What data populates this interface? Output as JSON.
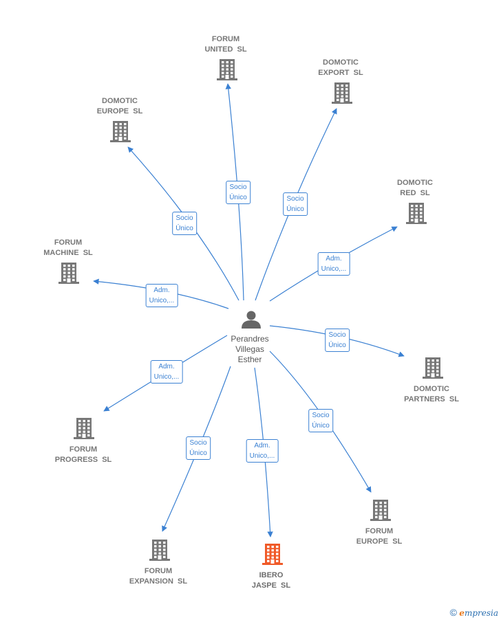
{
  "center": {
    "name": "Perandres\nVillegas\nEsther"
  },
  "colors": {
    "edge": "#3a80d2",
    "building": "#777777",
    "highlight": "#f05a28",
    "person": "#666666"
  },
  "companies": [
    {
      "id": "forum-united",
      "label": "FORUM\nUNITED  SL",
      "highlight": false
    },
    {
      "id": "domotic-export",
      "label": "DOMOTIC\nEXPORT  SL",
      "highlight": false
    },
    {
      "id": "domotic-europe",
      "label": "DOMOTIC\nEUROPE  SL",
      "highlight": false
    },
    {
      "id": "domotic-red",
      "label": "DOMOTIC\nRED  SL",
      "highlight": false
    },
    {
      "id": "forum-machine",
      "label": "FORUM\nMACHINE  SL",
      "highlight": false
    },
    {
      "id": "domotic-partners",
      "label": "DOMOTIC\nPARTNERS  SL",
      "highlight": false
    },
    {
      "id": "forum-progress",
      "label": "FORUM\nPROGRESS  SL",
      "highlight": false
    },
    {
      "id": "forum-europe",
      "label": "FORUM\nEUROPE  SL",
      "highlight": false
    },
    {
      "id": "forum-expansion",
      "label": "FORUM\nEXPANSION  SL",
      "highlight": false
    },
    {
      "id": "ibero-jaspe",
      "label": "IBERO\nJASPE  SL",
      "highlight": true
    }
  ],
  "edges": [
    {
      "to": "forum-united",
      "label": "Socio\nÚnico"
    },
    {
      "to": "domotic-export",
      "label": "Socio\nÚnico"
    },
    {
      "to": "domotic-europe",
      "label": "Socio\nÚnico"
    },
    {
      "to": "domotic-red",
      "label": "Adm.\nUnico,..."
    },
    {
      "to": "forum-machine",
      "label": "Adm.\nUnico,..."
    },
    {
      "to": "domotic-partners",
      "label": "Socio\nÚnico"
    },
    {
      "to": "forum-progress",
      "label": "Adm.\nUnico,..."
    },
    {
      "to": "forum-europe",
      "label": "Socio\nÚnico"
    },
    {
      "to": "forum-expansion",
      "label": "Socio\nÚnico"
    },
    {
      "to": "ibero-jaspe",
      "label": "Adm.\nUnico,..."
    }
  ],
  "brand": {
    "copyright": "©",
    "e": "e",
    "rest": "mpresia"
  }
}
